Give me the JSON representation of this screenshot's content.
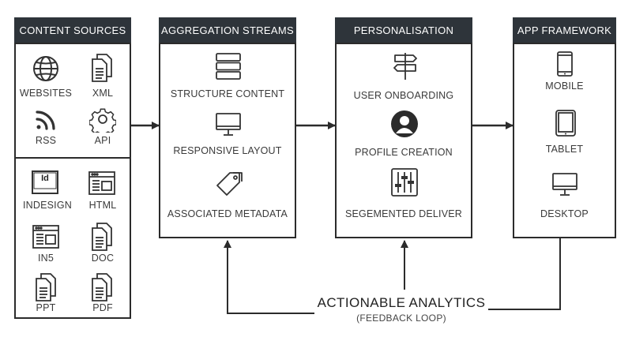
{
  "content_sources": {
    "title": "CONTENT SOURCES",
    "online_items": [
      "WEBSITES",
      "XML",
      "RSS",
      "API"
    ],
    "document_items": [
      "INDESIGN",
      "HTML",
      "IN5",
      "DOC",
      "PPT",
      "PDF"
    ],
    "indesign_glyph": "Id"
  },
  "aggregation": {
    "title": "AGGREGATION STREAMS",
    "items": [
      "STRUCTURE CONTENT",
      "RESPONSIVE LAYOUT",
      "ASSOCIATED METADATA"
    ]
  },
  "personalisation": {
    "title": "PERSONALISATION",
    "items": [
      "USER ONBOARDING",
      "PROFILE CREATION",
      "SEGEMENTED DELIVER"
    ]
  },
  "app_framework": {
    "title": "APP FRAMEWORK",
    "items": [
      "MOBILE",
      "TABLET",
      "DESKTOP"
    ]
  },
  "feedback": {
    "title": "ACTIONABLE ANALYTICS",
    "subtitle": "(FEEDBACK LOOP)"
  },
  "icons": {
    "content_sources": [
      "globe-icon",
      "xml-document-icon",
      "rss-icon",
      "gear-icon",
      "indesign-icon",
      "html-window-icon",
      "in5-window-icon",
      "doc-document-icon",
      "ppt-document-icon",
      "pdf-document-icon"
    ],
    "aggregation": [
      "stacked-blocks-icon",
      "monitor-icon",
      "tags-icon"
    ],
    "personalisation": [
      "signpost-icon",
      "profile-avatar-icon",
      "sliders-icon"
    ],
    "app_framework": [
      "mobile-phone-icon",
      "tablet-icon",
      "desktop-monitor-icon"
    ]
  },
  "colors": {
    "header_bg": "#2e343a",
    "line": "#2b2b2b",
    "text": "#3a3a3a"
  }
}
